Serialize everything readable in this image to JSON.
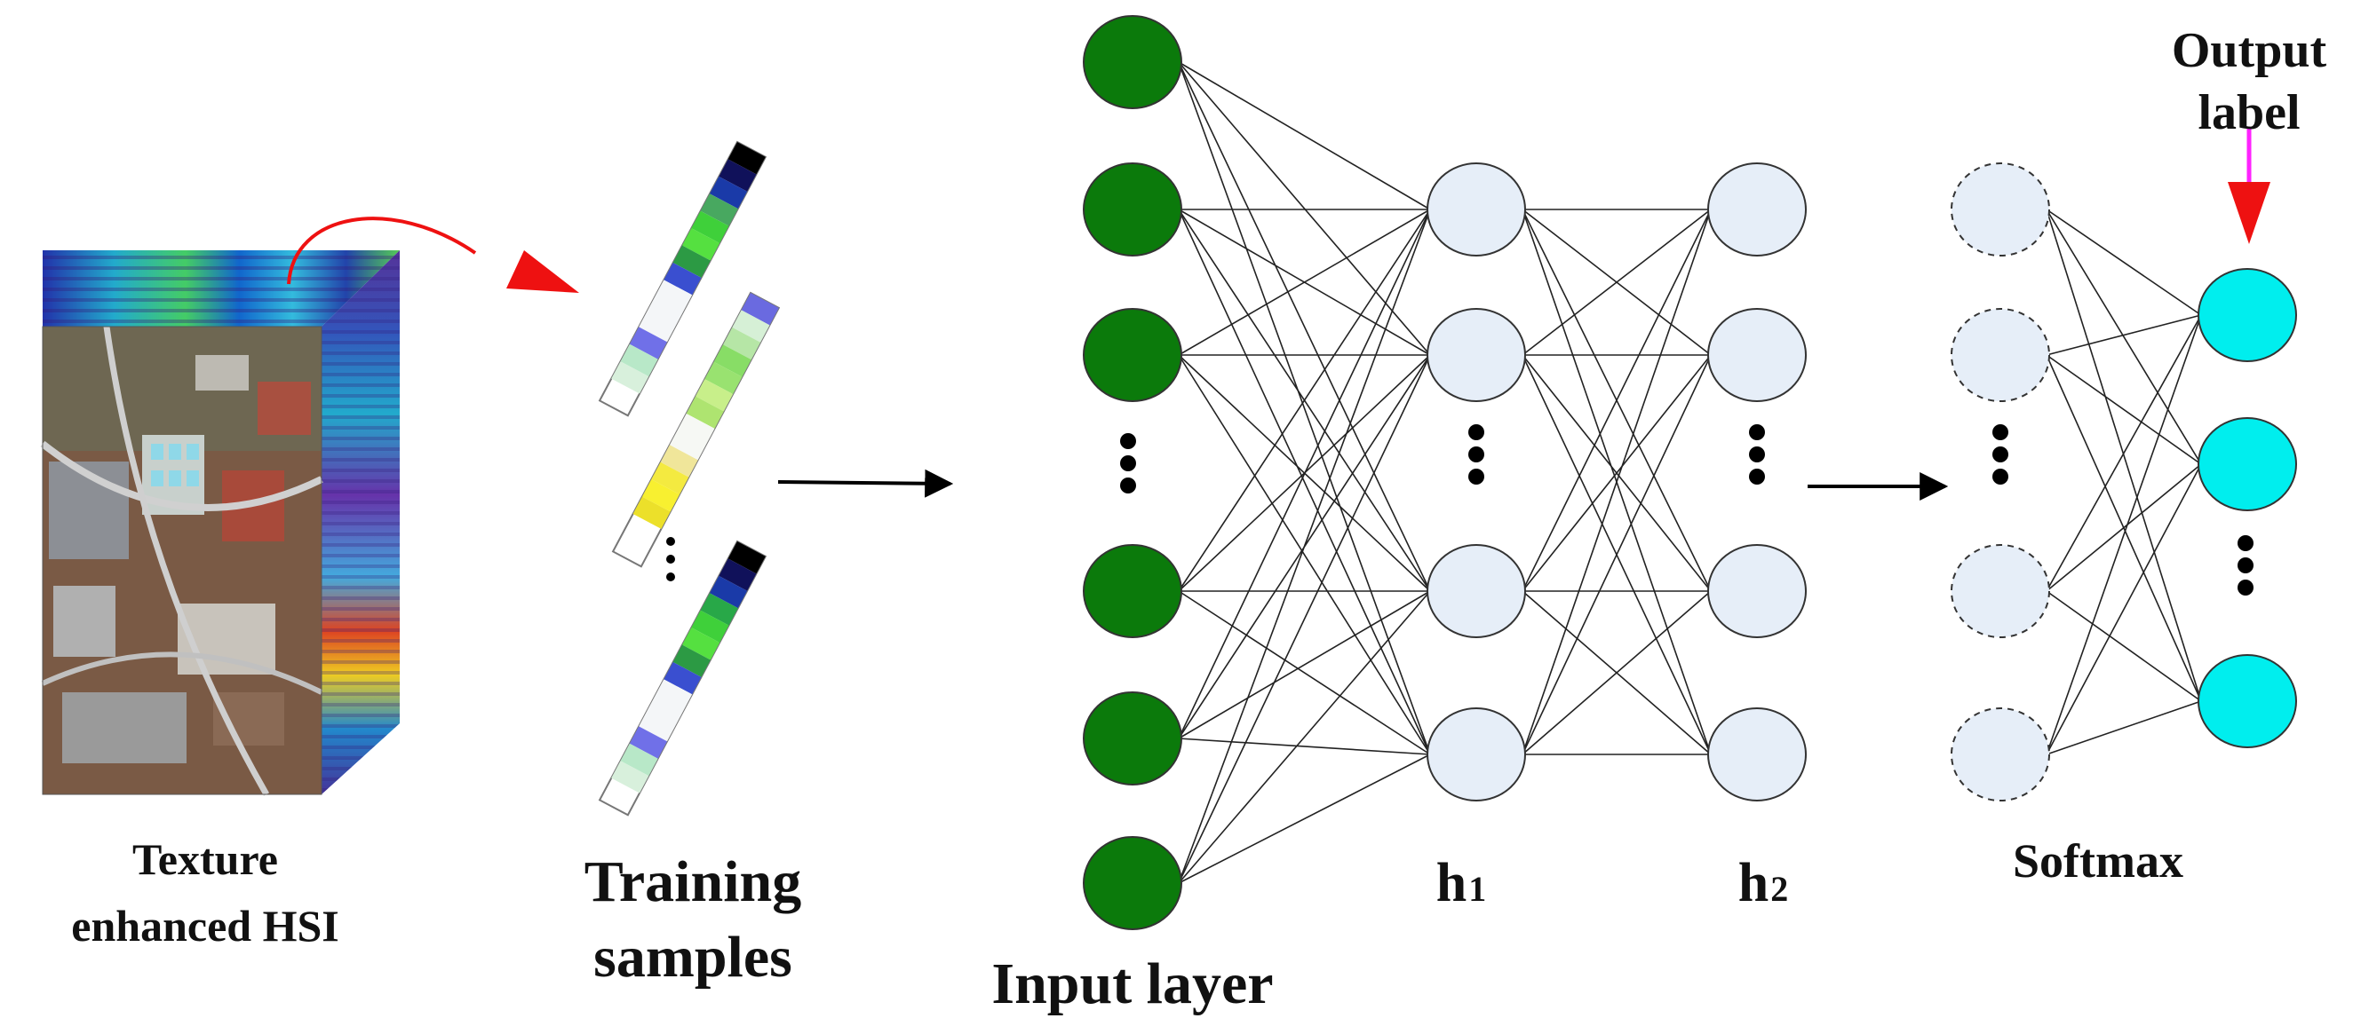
{
  "labels": {
    "hsi_line1": "Texture",
    "hsi_line2": "enhanced HSI",
    "samples_line1": "Training",
    "samples_line2": "samples",
    "input_layer": "Input layer",
    "h1_main": "h",
    "h1_sub": "1",
    "h2_main": "h",
    "h2_sub": "2",
    "softmax": "Softmax",
    "output_line1": "Output",
    "output_line2": "label"
  },
  "colors": {
    "input_node": "#0b7a0b",
    "hidden_node": "#e6eef8",
    "softmax_node": "#e6eef8",
    "output_node": "#00eeee",
    "red_arrow": "#ee1111",
    "magenta_line": "#ff22ff",
    "edge": "#222222"
  },
  "icons": [
    "hsi-cube-icon",
    "spectral-sample-strip-icon",
    "curved-arrow-icon",
    "flow-arrow-icon"
  ]
}
